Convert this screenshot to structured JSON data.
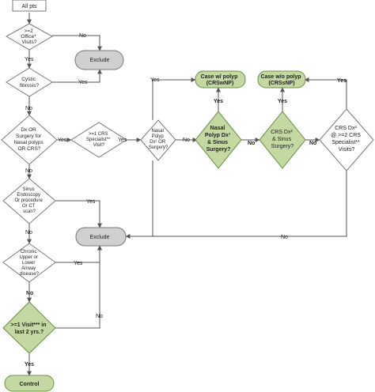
{
  "colors": {
    "green_fill": "#c4d8a2",
    "green_stroke": "#6e8f4a",
    "gray_fill": "#d0d0d0",
    "gray_stroke": "#7a7a7a",
    "white_fill": "#ffffff",
    "line": "#555555",
    "text": "#222222"
  },
  "nodes": {
    "all_pts": [
      "All pts"
    ],
    "office_visits": [
      ">=2",
      "Office*",
      "Visits?"
    ],
    "exclude_top": [
      "Exclude"
    ],
    "cystic_fibrosis": [
      "Cystic",
      "fibrosis?"
    ],
    "dx_or_surgery": [
      "Dx OR",
      "Surgery for",
      "Nasal polyps",
      "OR CRS?"
    ],
    "crs_specialist": [
      ">=1 CRS",
      "Specialist**",
      "Visit?"
    ],
    "nasal_polyp_dx_or_surgery": [
      "Nasal",
      "Polyp",
      "Dx¹ OR",
      "Surgery?"
    ],
    "nasal_polyp_dx_and_surgery": [
      "Nasal",
      "Polyp Dx¹",
      "& Sinus",
      "Surgery?"
    ],
    "crs_dx_and_surgery": [
      "CRS Dx²",
      "& Sinus",
      "Surgery?"
    ],
    "crs_dx_specialist_visits": [
      "CRS Dx²",
      "@ >=2 CRS",
      "Specialist**",
      "Visits?"
    ],
    "case_w_polyp": [
      "Case w/ polyp",
      "(CRSwNP)"
    ],
    "case_wo_polyp": [
      "Case w/o polyp",
      "(CRSsNP)"
    ],
    "sinus_endoscopy": [
      "Sinus",
      "Endoscopy",
      "Or procedure",
      "Or CT",
      "scan?"
    ],
    "exclude_middle": [
      "Exclude"
    ],
    "chronic_airway": [
      "Chronic",
      "Upper or",
      "Lower",
      "Airway",
      "disease?"
    ],
    "visit_last_2yrs": [
      ">=1 Visit*** in",
      "last 2 yrs.?"
    ],
    "control": [
      "Control"
    ]
  },
  "edge_labels": {
    "yes": "Yes",
    "no": "No"
  }
}
